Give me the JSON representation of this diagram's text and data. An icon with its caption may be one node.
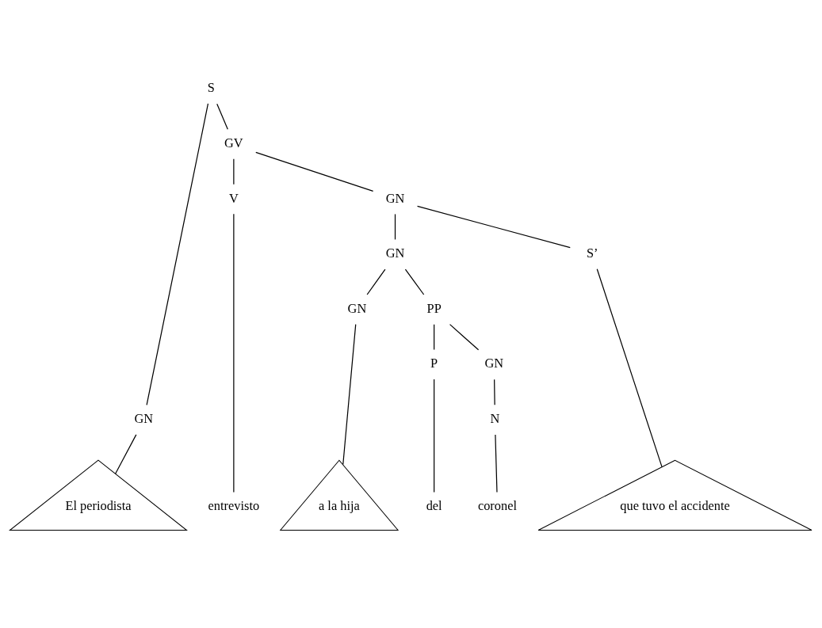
{
  "diagram": {
    "nodes": [
      {
        "text": [
          "S"
        ]
      },
      {
        "text": [
          "GN"
        ]
      },
      {
        "text": [
          "GV"
        ]
      },
      {
        "text": [
          "El periodista"
        ]
      },
      {
        "text": [
          "V"
        ]
      },
      {
        "text": [
          "GN"
        ]
      },
      {
        "text": [
          "entrevisto"
        ]
      },
      {
        "text": [
          "GN"
        ]
      },
      {
        "text": [
          "S’"
        ]
      },
      {
        "text": [
          "GN"
        ]
      },
      {
        "text": [
          "PP"
        ]
      },
      {
        "text": [
          "a la hija"
        ]
      },
      {
        "text": [
          "P"
        ]
      },
      {
        "text": [
          "GN"
        ]
      },
      {
        "text": [
          "del"
        ]
      },
      {
        "text": [
          "N"
        ]
      },
      {
        "text": [
          "coronel"
        ]
      },
      {
        "text": [
          "que tuvo el accidente"
        ]
      }
    ],
    "edges": [
      {
        "from": 0,
        "to": 1,
        "arrow": "none"
      },
      {
        "from": 0,
        "to": 2,
        "arrow": "none"
      },
      {
        "from": 1,
        "to": 3,
        "arrow": "none"
      },
      {
        "from": 2,
        "to": 4,
        "arrow": "none"
      },
      {
        "from": 2,
        "to": 5,
        "arrow": "none"
      },
      {
        "from": 4,
        "to": 6,
        "arrow": "none"
      },
      {
        "from": 5,
        "to": 7,
        "arrow": "none"
      },
      {
        "from": 5,
        "to": 8,
        "arrow": "none"
      },
      {
        "from": 7,
        "to": 9,
        "arrow": "none"
      },
      {
        "from": 7,
        "to": 10,
        "arrow": "none"
      },
      {
        "from": 9,
        "to": 11,
        "arrow": "none"
      },
      {
        "from": 10,
        "to": 12,
        "arrow": "none"
      },
      {
        "from": 10,
        "to": 13,
        "arrow": "none"
      },
      {
        "from": 12,
        "to": 14,
        "arrow": "none"
      },
      {
        "from": 13,
        "to": 15,
        "arrow": "none"
      },
      {
        "from": 15,
        "to": 16,
        "arrow": "none"
      },
      {
        "from": 8,
        "to": 17,
        "arrow": "none"
      }
    ]
  }
}
